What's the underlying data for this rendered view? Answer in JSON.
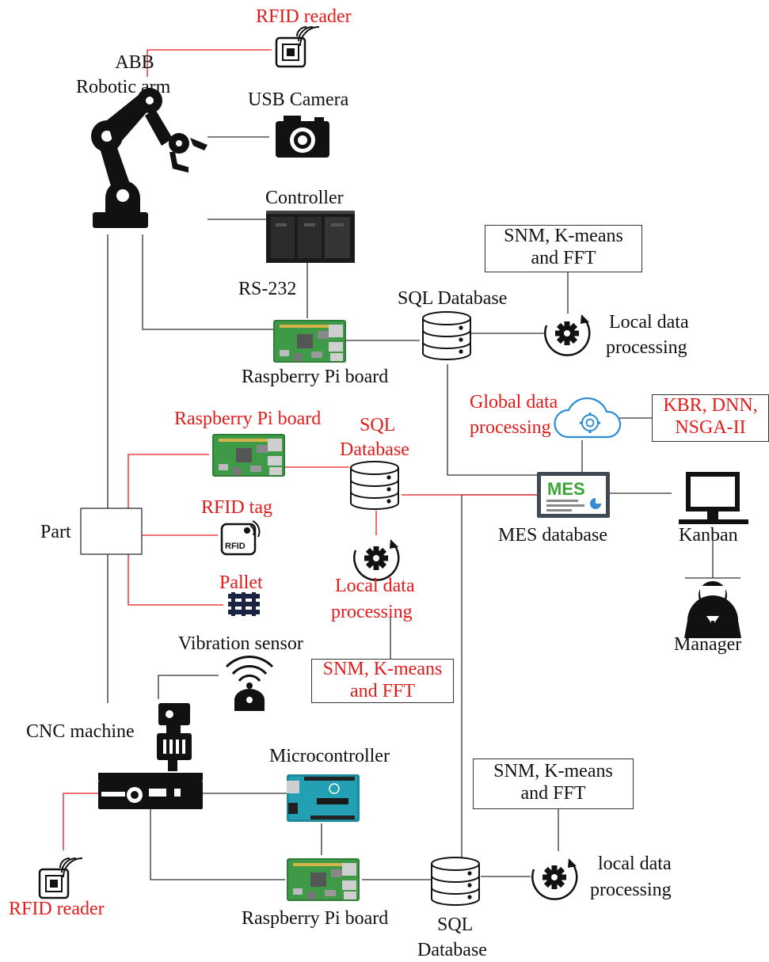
{
  "colors": {
    "black_line": "#333333",
    "red_line": "#e31b1b",
    "red_text": "#e31b1b"
  },
  "labels": {
    "rfid_reader_top": "RFID reader",
    "robot_line1": "ABB",
    "robot_line2": "Robotic arm",
    "usb_camera": "USB Camera",
    "controller": "Controller",
    "snm_top_line1": "SNM, K-means",
    "snm_top_line2": "and FFT",
    "rs232": "RS-232",
    "sql_top": "SQL Database",
    "local_top_line1": "Local data",
    "local_top_line2": "processing",
    "rpi_top": "Raspberry Pi board",
    "global_line1": "Global data",
    "global_line2": "processing",
    "kbr_line1": "KBR, DNN,",
    "kbr_line2": "NSGA-II",
    "rpi_mid": "Raspberry Pi board",
    "sql_mid_line1": "SQL",
    "sql_mid_line2": "Database",
    "rfid_tag": "RFID tag",
    "part": "Part",
    "mes_database": "MES database",
    "kanban": "Kanban",
    "pallet": "Pallet",
    "local_mid_line1": "Local data",
    "local_mid_line2": "processing",
    "manager": "Manager",
    "vibration_sensor": "Vibration sensor",
    "snm_mid_line1": "SNM, K-means",
    "snm_mid_line2": "and FFT",
    "cnc_machine": "CNC machine",
    "microcontroller": "Microcontroller",
    "snm_bot_line1": "SNM, K-means",
    "snm_bot_line2": "and FFT",
    "local_bot_line1": "local data",
    "local_bot_line2": "processing",
    "rfid_reader_bottom": "RFID reader",
    "rpi_bottom": "Raspberry Pi board",
    "sql_bot_line1": "SQL",
    "sql_bot_line2": "Database",
    "mes_logo": "MES",
    "rfid_icon_text": "RFID"
  },
  "icons": [
    "rfid-reader-icon",
    "robotic-arm-icon",
    "camera-icon",
    "controller-plc-icon",
    "raspberry-pi-board-icon",
    "database-icon",
    "gear-process-icon",
    "cloud-gear-icon",
    "mes-screen-icon",
    "monitor-icon",
    "manager-person-icon",
    "rfid-tag-icon",
    "pallet-icon",
    "vibration-sensor-icon",
    "cnc-machine-icon",
    "arduino-board-icon"
  ]
}
